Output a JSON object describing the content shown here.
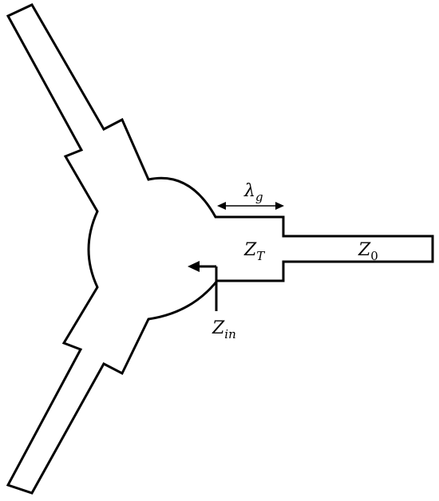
{
  "labels": {
    "wavelength": {
      "symbol": "λ",
      "subscript": "g"
    },
    "transformer_impedance": {
      "symbol": "Z",
      "subscript": "T"
    },
    "line_impedance": {
      "symbol": "Z",
      "subscript": "0"
    },
    "input_impedance": {
      "symbol": "Z",
      "subscript": "in"
    }
  },
  "colors": {
    "stroke": "#000000",
    "background": "#ffffff"
  }
}
